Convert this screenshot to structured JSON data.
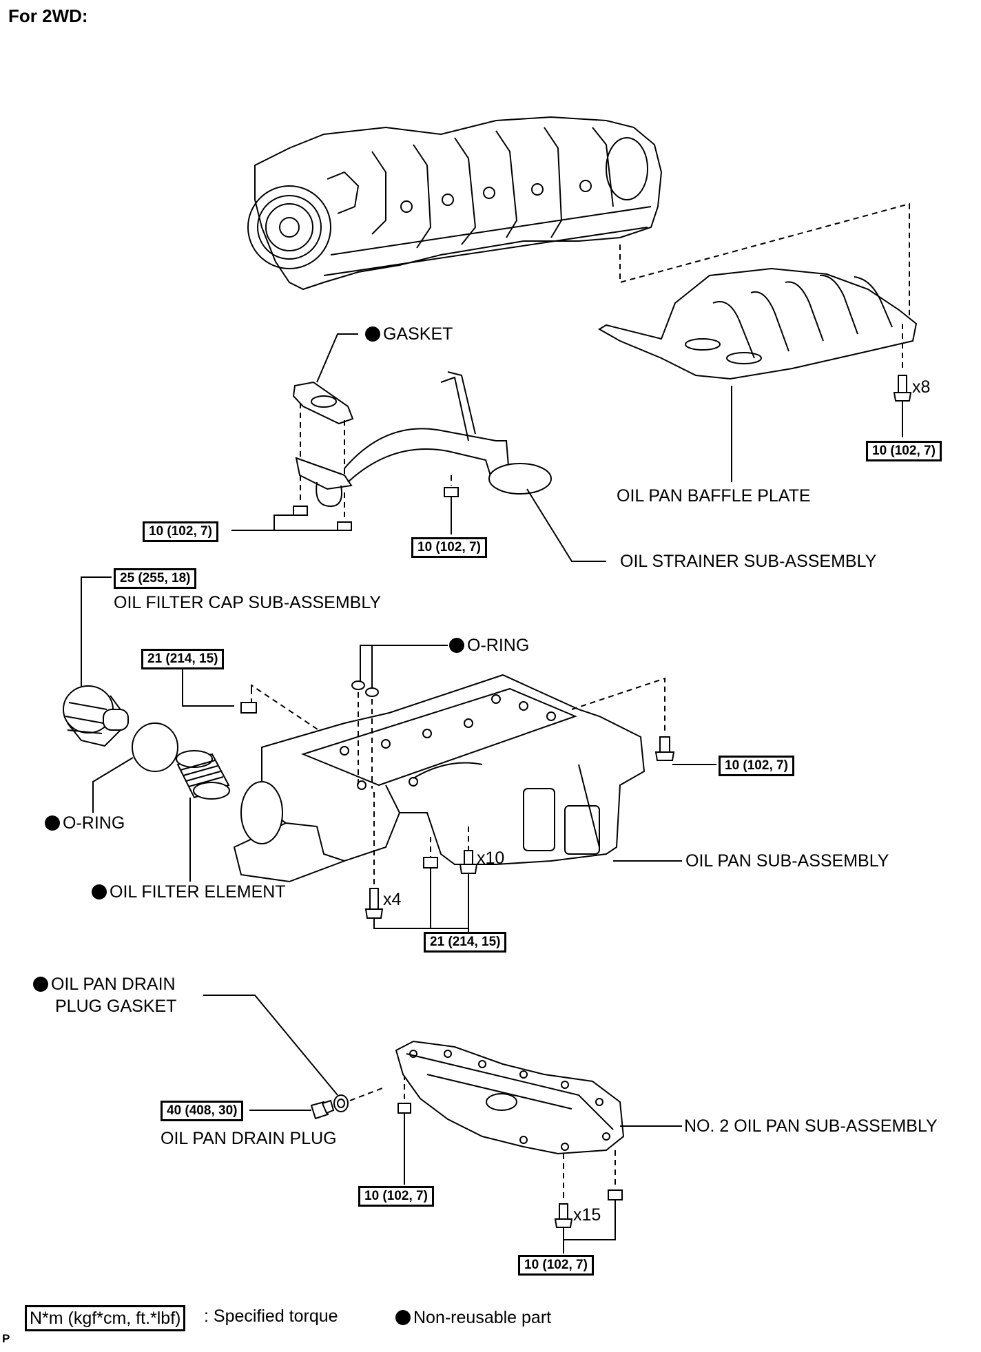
{
  "heading": "For 2WD:",
  "parts": {
    "gasket": "GASKET",
    "baffle_plate": "OIL PAN BAFFLE PLATE",
    "strainer": "OIL STRAINER SUB-ASSEMBLY",
    "filter_cap": "OIL FILTER CAP SUB-ASSEMBLY",
    "o_ring_top": "O-RING",
    "o_ring_left": "O-RING",
    "filter_element": "OIL FILTER ELEMENT",
    "oil_pan": "OIL PAN SUB-ASSEMBLY",
    "drain_gasket_line1": "OIL PAN DRAIN",
    "drain_gasket_line2": "PLUG GASKET",
    "drain_plug": "OIL PAN DRAIN PLUG",
    "no2_oil_pan": "NO. 2 OIL PAN SUB-ASSEMBLY"
  },
  "torques": {
    "baffle": "10 (102, 7)",
    "strainer_nut": "10 (102, 7)",
    "strainer_bolt": "10 (102, 7)",
    "filter_cap": "25 (255, 18)",
    "oil_pan_left": "21 (214, 15)",
    "oil_pan_right": "10 (102, 7)",
    "oil_pan_bottom": "21 (214, 15)",
    "drain_plug": "40 (408, 30)",
    "no2_pan_nut": "10 (102, 7)",
    "no2_pan_bolt": "10 (102, 7)"
  },
  "quantities": {
    "baffle_bolts": "x8",
    "oil_pan_bolts": "x10",
    "oil_pan_studs": "x4",
    "no2_pan_bolts": "x15"
  },
  "legend": {
    "torque_key": "N*m (kgf*cm, ft.*lbf)",
    "torque_desc": ": Specified torque",
    "nonreusable": "Non-reusable part"
  },
  "figure_id": "P"
}
